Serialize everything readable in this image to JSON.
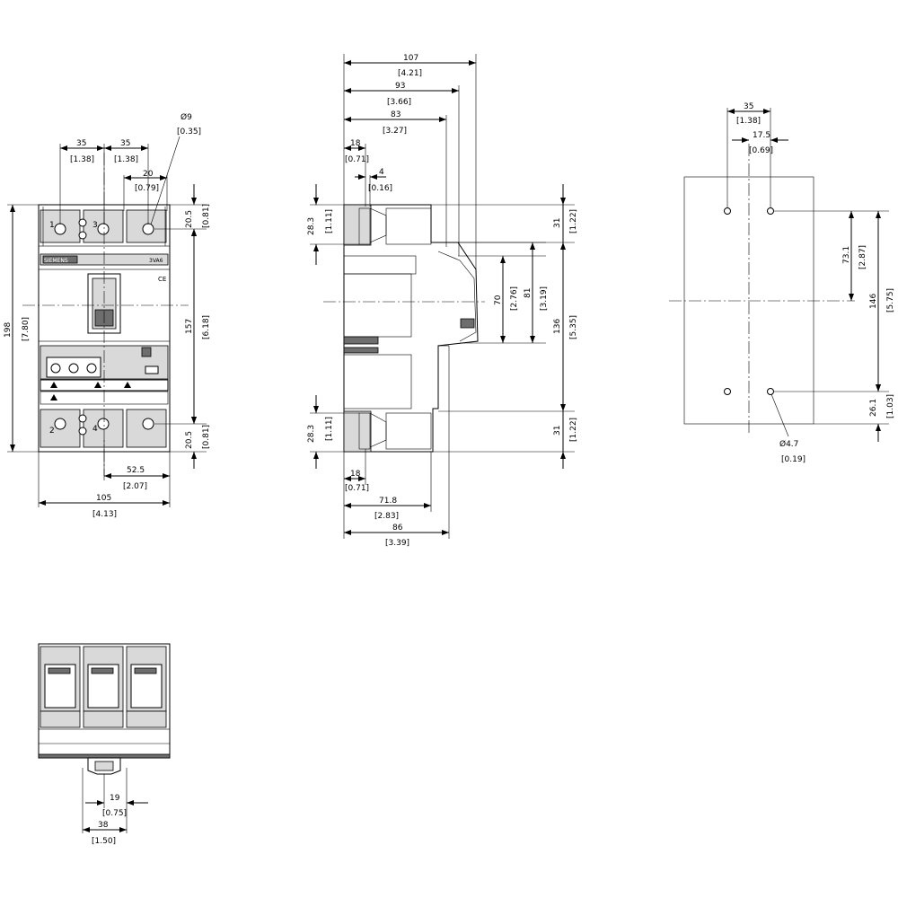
{
  "front_view": {
    "top_dims": [
      {
        "mm": "35",
        "inch": "[1.38]"
      },
      {
        "mm": "35",
        "inch": "[1.38]"
      },
      {
        "mm": "20",
        "inch": "[0.79]"
      }
    ],
    "hole_dim": {
      "mm": "Ø9",
      "inch": "[0.35]"
    },
    "height_dim": {
      "mm": "198",
      "inch": "[7.80]"
    },
    "right_dims": [
      {
        "mm": "20.5",
        "inch": "[0.81]"
      },
      {
        "mm": "157",
        "inch": "[6.18]"
      },
      {
        "mm": "20.5",
        "inch": "[0.81]"
      }
    ],
    "bottom_dims": [
      {
        "mm": "52.5",
        "inch": "[2.07]"
      },
      {
        "mm": "105",
        "inch": "[4.13]"
      }
    ],
    "terminal_labels": [
      "1",
      "3",
      "2",
      "4"
    ],
    "brand_label": "SIEMENS",
    "model_label": "3VA6",
    "ce_mark": "CE"
  },
  "side_view": {
    "top_dims": [
      {
        "mm": "107",
        "inch": "[4.21]"
      },
      {
        "mm": "93",
        "inch": "[3.66]"
      },
      {
        "mm": "83",
        "inch": "[3.27]"
      },
      {
        "mm": "18",
        "inch": "[0.71]"
      },
      {
        "mm": "4",
        "inch": "[0.16]"
      }
    ],
    "left_dims": [
      {
        "mm": "28.3",
        "inch": "[1.11]"
      },
      {
        "mm": "28.3",
        "inch": "[1.11]"
      }
    ],
    "inner_dims": [
      {
        "mm": "70",
        "inch": "[2.76]"
      },
      {
        "mm": "81",
        "inch": "[3.19]"
      }
    ],
    "right_dims": [
      {
        "mm": "31",
        "inch": "[1.22]"
      },
      {
        "mm": "136",
        "inch": "[5.35]"
      },
      {
        "mm": "31",
        "inch": "[1.22]"
      }
    ],
    "bottom_dims": [
      {
        "mm": "18",
        "inch": "[0.71]"
      },
      {
        "mm": "71.8",
        "inch": "[2.83]"
      },
      {
        "mm": "86",
        "inch": "[3.39]"
      }
    ]
  },
  "drilling_view": {
    "top_dims": [
      {
        "mm": "35",
        "inch": "[1.38]"
      },
      {
        "mm": "17.5",
        "inch": "[0.69]"
      }
    ],
    "right_dims": [
      {
        "mm": "73.1",
        "inch": "[2.87]"
      },
      {
        "mm": "146",
        "inch": "[5.75]"
      },
      {
        "mm": "26.1",
        "inch": "[1.03]"
      }
    ],
    "hole_dim": {
      "mm": "Ø4.7",
      "inch": "[0.19]"
    }
  },
  "bottom_view": {
    "dims": [
      {
        "mm": "19",
        "inch": "[0.75]"
      },
      {
        "mm": "38",
        "inch": "[1.50]"
      }
    ]
  }
}
